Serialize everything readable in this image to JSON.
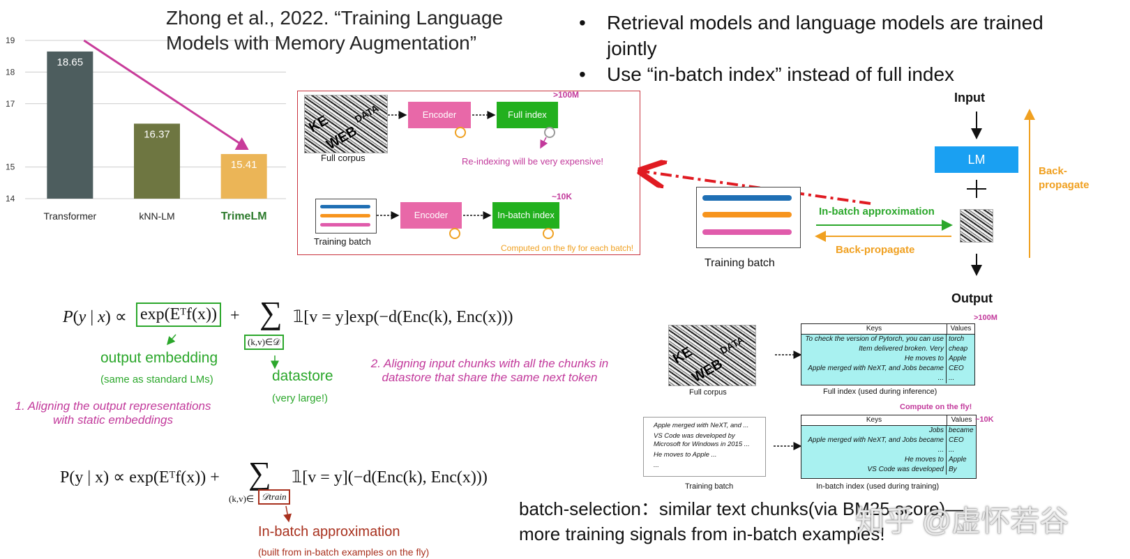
{
  "chart_data": {
    "type": "bar",
    "categories": [
      "Transformer",
      "kNN-LM",
      "TrimeLM"
    ],
    "values": [
      18.65,
      16.37,
      15.41
    ],
    "value_labels": [
      "18.65",
      "16.37",
      "15.41"
    ],
    "colors": [
      "#4d5d5e",
      "#6e7641",
      "#ebb557"
    ],
    "highlight_category_color": "#2c7a2c",
    "ylim": [
      14,
      19
    ],
    "yticks": [
      "19",
      "18",
      "17",
      "15",
      "14"
    ],
    "ytick_values": [
      19,
      18,
      17,
      15,
      14
    ],
    "trend_arrow_color": "#c83c9a",
    "title": "",
    "xlabel": "",
    "ylabel": "",
    "grid": true
  },
  "slide": {
    "title": "Zhong et al., 2022.  “Training Language Models with Memory Augmentation”",
    "title_line1": "Zhong et al., 2022.   “Training Language",
    "title_line2": "Models with Memory Augmentation”",
    "bullets": [
      {
        "line1": "Retrieval models and language models are trained",
        "line2": "jointly"
      },
      {
        "line1": "Use  “in-batch index”  instead of full index",
        "line2": ""
      }
    ],
    "bullet_glyph": "•"
  },
  "pipeline": {
    "full_corpus_label": "Full corpus",
    "training_batch_label": "Training batch",
    "encoder_label": "Encoder",
    "full_index_label": "Full index",
    "in_batch_index_label": "In-batch index",
    "full_size": ">100M",
    "batch_size": "~10K",
    "reindex_note": "Re-indexing will be very expensive!",
    "fly_note": "Computed on the fly for each batch!",
    "corpus_words": [
      "KE",
      "WEB",
      "DATA"
    ]
  },
  "lm_diagram": {
    "input_label": "Input",
    "lm_label": "LM",
    "plus": "+",
    "output_label": "Output",
    "back_propagate_vertical": "Back-\npropagate",
    "back_propagate_1": "Back-",
    "back_propagate_2": "propagate",
    "in_batch_approx": "In-batch approximation",
    "back_propagate_horizontal": "Back-propagate",
    "training_batch_label": "Training batch",
    "stripe_colors": [
      "#1f6fb4",
      "#f7941d",
      "#e05bab"
    ]
  },
  "equations": {
    "eq1": "P(y | x) ∝ exp(Eᵀf(x)) + ∑ 𝟙[v = y]exp(−d(Enc(k), Enc(x)))",
    "eq1_lhs": "P(y | x) ∝ ",
    "eq1_box": "exp(Eᵀf(x))",
    "eq1_plus": "+",
    "eq1_sum": "∑",
    "eq1_sub": "(k,v)∈𝒟",
    "eq1_rhs": "𝟙[v = y]exp(−d(Enc(k), Enc(x)))",
    "output_embedding": "output embedding",
    "same_as_lms": "(same as standard LMs)",
    "datastore": "datastore",
    "very_large": "(very large!)",
    "note1_line1": "1. Aligning the output representations",
    "note1_line2": "with static embeddings",
    "note2_line1": "2. Aligning input chunks with all the chunks in",
    "note2_line2": "datastore that share the same next token",
    "eq2_lhs": "P(y | x) ∝ exp(Eᵀf(x)) +",
    "eq2_sum": "∑",
    "eq2_sub_pre": "(k,v)∈",
    "eq2_sub_box": "𝒟train",
    "eq2_rhs": "𝟙[v = y](−d(Enc(k), Enc(x)))",
    "in_batch_approx": "In-batch approximation",
    "built_from": "(built from in-batch examples on the fly)"
  },
  "index_tables": {
    "full": {
      "size": ">100M",
      "keys_header": "Keys",
      "values_header": "Values",
      "rows": [
        {
          "key": "To check the version of Pytorch, you can use",
          "value": "torch"
        },
        {
          "key": "Item delivered broken. Very",
          "value": "cheap"
        },
        {
          "key": "He moves to",
          "value": "Apple"
        },
        {
          "key": "Apple merged with NeXT, and Jobs became",
          "value": "CEO"
        },
        {
          "key": "...",
          "value": "..."
        }
      ],
      "caption": "Full index (used during inference)",
      "corpus_caption": "Full corpus"
    },
    "batch": {
      "size": "~10K",
      "compute_note": "Compute on the fly!",
      "keys_header": "Keys",
      "values_header": "Values",
      "rows": [
        {
          "key": "Jobs",
          "value": "became"
        },
        {
          "key": "Apple merged with NeXT, and Jobs became",
          "value": "CEO"
        },
        {
          "key": "...",
          "value": "..."
        },
        {
          "key": "He moves to",
          "value": "Apple"
        },
        {
          "key": "VS Code was developed",
          "value": "By"
        }
      ],
      "caption": "In-batch index (used during training)",
      "batch_lines": [
        "Apple merged with NeXT, and ...",
        "VS Code was developed by",
        "Microsoft for Windows in 2015 ...",
        "He moves to Apple ...",
        "..."
      ],
      "batch_caption": "Training batch"
    }
  },
  "bottom": {
    "line1": "batch-selection：similar text chunks(via BM25 score)—",
    "line2": "more training signals from in-batch examples!",
    "watermark": "知乎 @虚怀若谷"
  }
}
